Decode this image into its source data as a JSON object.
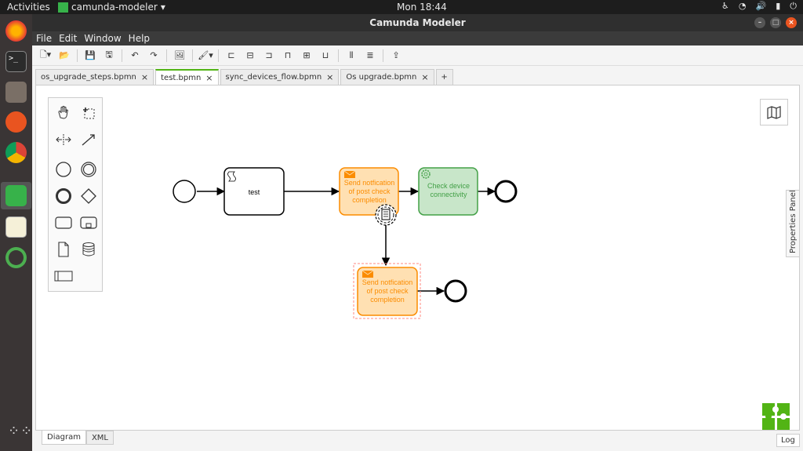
{
  "topbar": {
    "activities": "Activities",
    "app_name": "camunda-modeler",
    "clock": "Mon 18:44"
  },
  "window": {
    "title": "Camunda Modeler"
  },
  "menu": {
    "file": "File",
    "edit": "Edit",
    "window": "Window",
    "help": "Help"
  },
  "tabs": [
    {
      "label": "os_upgrade_steps.bpmn",
      "close": "×"
    },
    {
      "label": "test.bpmn",
      "close": "×"
    },
    {
      "label": "sync_devices_flow.bpmn",
      "close": "×"
    },
    {
      "label": "Os upgrade.bpmn",
      "close": "×"
    },
    {
      "label": "+"
    }
  ],
  "active_tab": "test.bpmn",
  "diagram": {
    "script_task": "test",
    "send_task_1": [
      "Send notfication",
      "of post check",
      "completion"
    ],
    "service_task": [
      "Check device",
      "connectivity"
    ],
    "send_task_2": [
      "Send notfication",
      "of post check",
      "completion"
    ]
  },
  "properties_panel": "Properties Panel",
  "bottom_tabs": {
    "diagram": "Diagram",
    "xml": "XML"
  },
  "log": "Log",
  "colors": {
    "accent_green": "#52b415",
    "send_fill": "#ffe0b2",
    "send_stroke": "#fb8c00",
    "service_fill": "#c8e6c9",
    "service_stroke": "#43a047",
    "ubuntu_orange": "#e95420"
  }
}
